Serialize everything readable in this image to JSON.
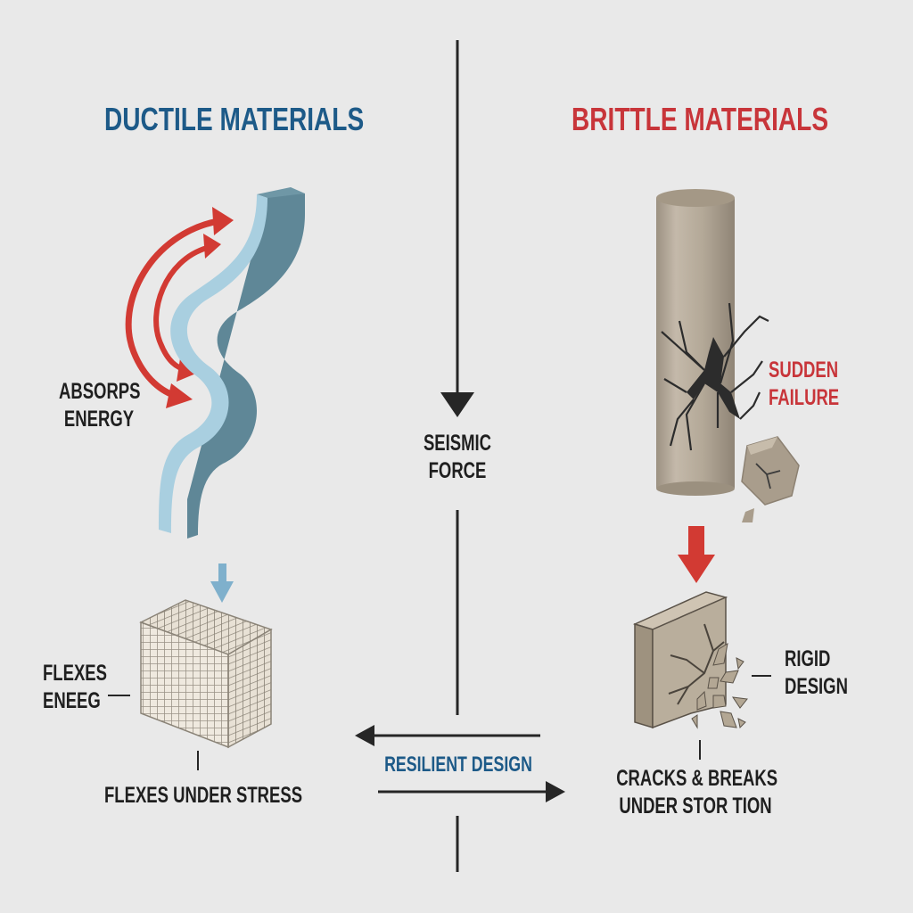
{
  "colors": {
    "background": "#e9e9e9",
    "ductile_accent": "#1d5a88",
    "brittle_accent": "#c8353a",
    "text": "#1f1f1f",
    "ductile_beam_face": "#a9cfe0",
    "ductile_beam_side": "#5f8797",
    "concrete": "#b4a999",
    "mesh": "#9a9287"
  },
  "left_panel": {
    "title": "DUCTILE MATERIALS",
    "beam_label_line1": "ABSORPS",
    "beam_label_line2": "ENERGY",
    "mesh_label_line1": "FLEXES",
    "mesh_label_line2": "ENEEG",
    "mesh_caption": "FLEXES UNDER STRESS",
    "icons": [
      "curved-arrows-icon",
      "s-beam-icon",
      "down-arrow-icon",
      "wire-mesh-cube-icon"
    ]
  },
  "center": {
    "force_label_line1": "SEISMIC",
    "force_label_line2": "FORCE",
    "resilient_label": "RESILIENT DESIGN",
    "icons": [
      "down-arrow-icon",
      "left-arrow-icon",
      "right-arrow-icon"
    ]
  },
  "right_panel": {
    "title": "BRITTLE MATERIALS",
    "column_label_line1": "SUDDEN",
    "column_label_line2": "FAILURE",
    "block_label_line1": "RIGID",
    "block_label_line2": "DESIGN",
    "block_caption_line1": "CRACKS & BREAKS",
    "block_caption_line2": "UNDER STOR TION",
    "icons": [
      "cracked-column-icon",
      "rock-fragment-icon",
      "down-arrow-icon",
      "shattered-block-icon"
    ]
  }
}
